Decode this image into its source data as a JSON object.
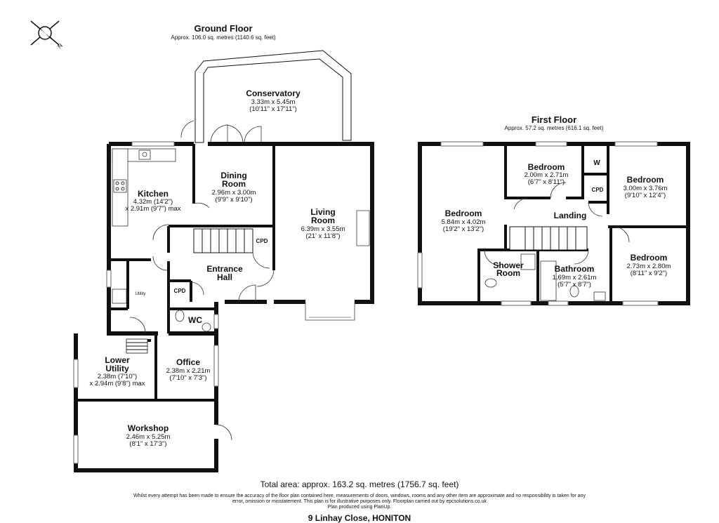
{
  "ground_floor": {
    "title": "Ground Floor",
    "area": "Approx. 106.0 sq. metres (1140.6 sq. feet)",
    "rooms": {
      "conservatory": {
        "name": "Conservatory",
        "dim_m": "3.33m x 5.45m",
        "dim_ft": "(10'11\" x 17'11\")"
      },
      "kitchen": {
        "name": "Kitchen",
        "dim_m": "4.32m (14'2\")",
        "dim_ft": "x 2.91m (9'7\") max"
      },
      "dining": {
        "name1": "Dining",
        "name2": "Room",
        "dim_m": "2.96m x 3.00m",
        "dim_ft": "(9'9\" x 9'10\")"
      },
      "living": {
        "name1": "Living",
        "name2": "Room",
        "dim_m": "6.39m x 3.55m",
        "dim_ft": "(21' x 11'8\")"
      },
      "entrance": {
        "name1": "Entrance",
        "name2": "Hall"
      },
      "utility": {
        "name": "Utility"
      },
      "cpd1": "CPD",
      "cpd2": "CPD",
      "wc": "WC",
      "lower_utility": {
        "name1": "Lower",
        "name2": "Utility",
        "dim_m": "2.38m (7'10\")",
        "dim_ft": "x 2.94m (9'8\") max"
      },
      "office": {
        "name": "Office",
        "dim_m": "2.38m x 2.21m",
        "dim_ft": "(7'10\" x 7'3\")"
      },
      "workshop": {
        "name": "Workshop",
        "dim_m": "2.46m x 5.25m",
        "dim_ft": "(8'1\" x 17'3\")"
      }
    }
  },
  "first_floor": {
    "title": "First Floor",
    "area": "Approx. 57.2 sq. metres (616.1 sq. feet)",
    "rooms": {
      "bedroom_main": {
        "name": "Bedroom",
        "dim_m": "5.84m x 4.02m",
        "dim_ft": "(19'2\" x 13'2\")"
      },
      "bedroom_small": {
        "name": "Bedroom",
        "dim_m": "2.00m x 2.71m",
        "dim_ft": "(6'7\" x 8'11\")"
      },
      "bedroom_right": {
        "name": "Bedroom",
        "dim_m": "3.00m x 3.76m",
        "dim_ft": "(9'10\" x 12'4\")"
      },
      "bedroom_lower_right": {
        "name": "Bedroom",
        "dim_m": "2.73m x 2.80m",
        "dim_ft": "(8'11\" x 9'2\")"
      },
      "landing": {
        "name": "Landing"
      },
      "shower": {
        "name1": "Shower",
        "name2": "Room"
      },
      "bathroom": {
        "name": "Bathroom",
        "dim_m": "1.69m x 2.61m",
        "dim_ft": "(5'7\" x 8'7\")"
      },
      "w": "W",
      "cpd": "CPD"
    }
  },
  "total_area": "Total area: approx. 163.2 sq. metres (1756.7 sq. feet)",
  "disclaimer": {
    "line1": "Whilst every attempt has been made to ensure the accuracy of the floor plan contained here, measurements of doors, windows, rooms and any other item are approximate and no responsibility is taken for any",
    "line2": "error, omission or misstatement. This plan is for illustrative purposes only. Floorplan carried out by epcsolutions.co.uk",
    "line3": "Plan produced using PlanUp."
  },
  "address": "9 Linhay Close, HONITON",
  "compass": {
    "icon": "compass-icon",
    "label": "N"
  }
}
